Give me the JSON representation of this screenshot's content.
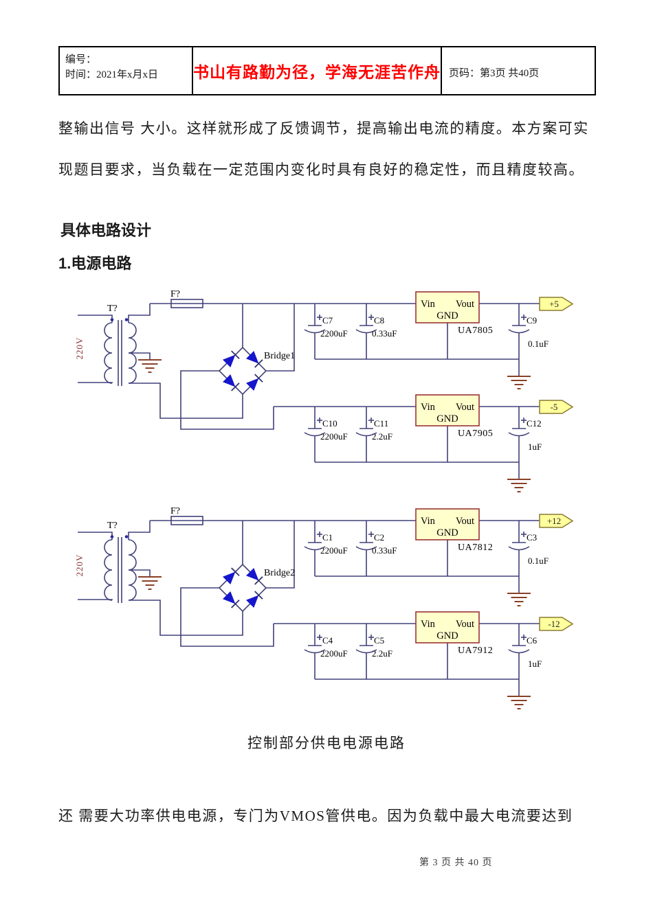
{
  "header": {
    "number_label": "编号：",
    "time_label": "时间：2021年x月x日",
    "motto": "书山有路勤为径，学海无涯苦作舟",
    "page_label": "页码：第3页 共40页"
  },
  "body": {
    "paragraph1_line1": "整输出信号 大小。这样就形成了反馈调节，提高输出电流的精度。本方案可实",
    "paragraph1_line2": "现题目要求，当负载在一定范围内变化时具有良好的稳定性，而且精度较高。",
    "heading1": "具体电路设计",
    "heading2": "1.电源电路",
    "caption": "控制部分供电电源电路",
    "paragraph2": "还 需要大功率供电电源，专门为VMOS管供电。因为负载中最大电流要达到",
    "footer": "第 3 页 共 40 页"
  },
  "schematic": {
    "pins": {
      "vin": "Vin",
      "vout": "Vout",
      "gnd": "GND"
    },
    "transformer1": {
      "ref": "T?",
      "primary": "220V"
    },
    "transformer2": {
      "ref": "T?",
      "primary": "220V"
    },
    "fuse1": "F?",
    "fuse2": "F?",
    "bridge1": "Bridge1",
    "bridge2": "Bridge2",
    "regulators": [
      {
        "part": "UA7805",
        "out": "+5"
      },
      {
        "part": "UA7905",
        "out": "-5"
      },
      {
        "part": "UA7812",
        "out": "+12"
      },
      {
        "part": "UA7912",
        "out": "-12"
      }
    ],
    "caps": {
      "c7": {
        "ref": "C7",
        "value": "2200uF"
      },
      "c8": {
        "ref": "C8",
        "value": "0.33uF"
      },
      "c9": {
        "ref": "C9",
        "value": "0.1uF"
      },
      "c10": {
        "ref": "C10",
        "value": "2200uF"
      },
      "c11": {
        "ref": "C11",
        "value": "2.2uF"
      },
      "c12": {
        "ref": "C12",
        "value": "1uF"
      },
      "c1": {
        "ref": "C1",
        "value": "2200uF"
      },
      "c2": {
        "ref": "C2",
        "value": "0.33uF"
      },
      "c3": {
        "ref": "C3",
        "value": "0.1uF"
      },
      "c4": {
        "ref": "C4",
        "value": "2200uF"
      },
      "c5": {
        "ref": "C5",
        "value": "2.2uF"
      },
      "c6": {
        "ref": "C6",
        "value": "1uF"
      }
    },
    "colors": {
      "wire": "#40407a",
      "diode_fill": "#1616cc",
      "ground": "#8a4026",
      "regulator_fill": "#ffffcc",
      "regulator_border": "#993333",
      "connector_fill": "#ffff9e",
      "connector_border": "#8a7a30",
      "motto_red": "#ff0000",
      "primary_label_red": "#8a3030"
    }
  }
}
